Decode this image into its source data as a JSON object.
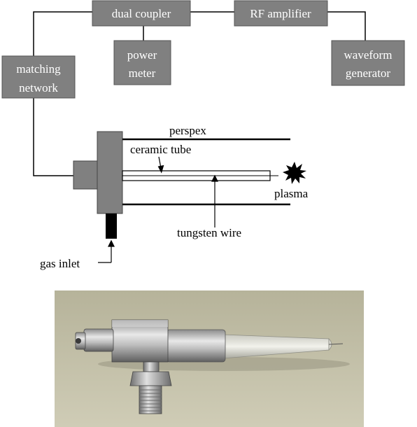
{
  "boxes": {
    "dual_coupler": "dual coupler",
    "rf_amplifier": "RF amplifier",
    "power_meter": [
      "power",
      "meter"
    ],
    "waveform_generator": [
      "waveform",
      "generator"
    ],
    "matching_network": [
      "matching",
      "network"
    ]
  },
  "labels": {
    "perspex": "perspex",
    "ceramic_tube": "ceramic tube",
    "plasma": "plasma",
    "tungsten_wire": "tungsten wire",
    "gas_inlet": "gas inlet"
  },
  "colors": {
    "box_fill": "#808080",
    "line": "#000000",
    "photo_bg": "#bfbca3"
  }
}
